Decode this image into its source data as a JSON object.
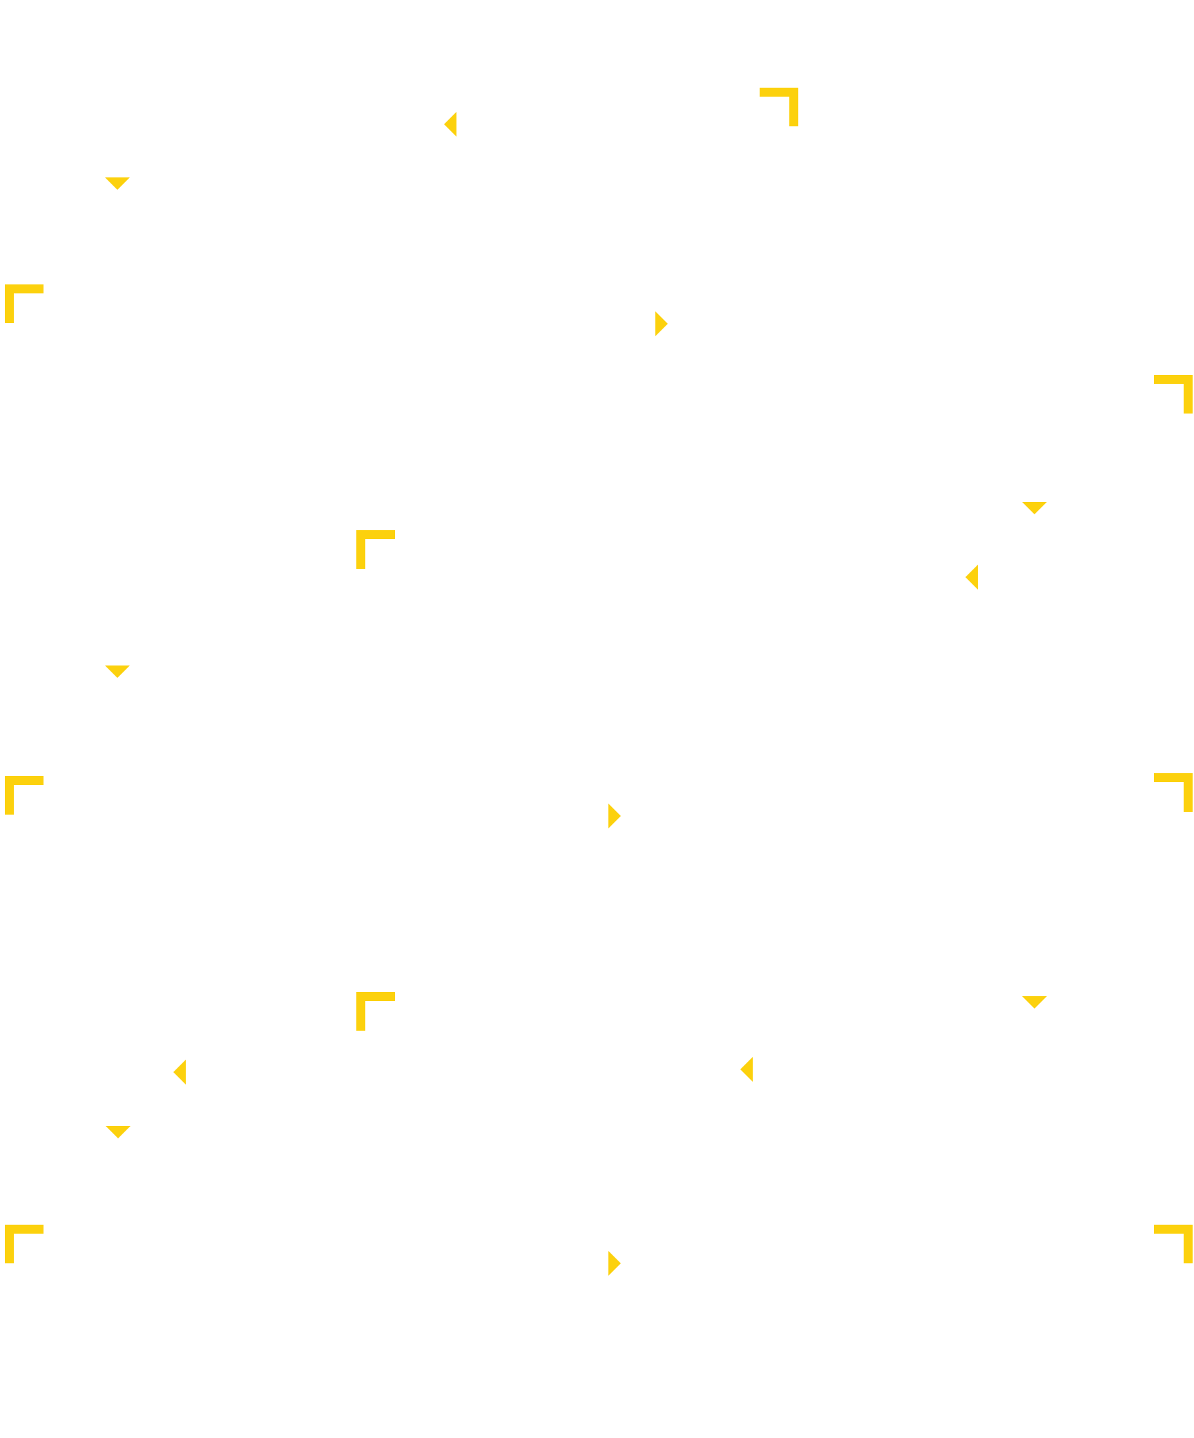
{
  "colors": {
    "background": "#ffffff",
    "accent": "#fcd10d"
  },
  "marks": [
    {
      "kind": "corner",
      "icon": "corner-bracket-top-right-icon"
    },
    {
      "kind": "arrow",
      "icon": "arrow-left-icon"
    },
    {
      "kind": "arrow",
      "icon": "arrow-down-icon"
    },
    {
      "kind": "corner",
      "icon": "corner-bracket-top-left-icon"
    },
    {
      "kind": "arrow",
      "icon": "arrow-right-icon"
    },
    {
      "kind": "corner",
      "icon": "corner-bracket-top-right-icon"
    },
    {
      "kind": "arrow",
      "icon": "arrow-down-icon"
    },
    {
      "kind": "corner",
      "icon": "corner-bracket-top-left-icon"
    },
    {
      "kind": "arrow",
      "icon": "arrow-left-icon"
    },
    {
      "kind": "arrow",
      "icon": "arrow-down-icon"
    },
    {
      "kind": "corner",
      "icon": "corner-bracket-top-left-icon"
    },
    {
      "kind": "arrow",
      "icon": "arrow-right-icon"
    },
    {
      "kind": "corner",
      "icon": "corner-bracket-top-right-icon"
    },
    {
      "kind": "corner",
      "icon": "corner-bracket-top-left-icon"
    },
    {
      "kind": "arrow",
      "icon": "arrow-down-icon"
    },
    {
      "kind": "arrow",
      "icon": "arrow-left-icon"
    },
    {
      "kind": "arrow",
      "icon": "arrow-left-icon"
    },
    {
      "kind": "arrow",
      "icon": "arrow-down-icon"
    },
    {
      "kind": "corner",
      "icon": "corner-bracket-top-left-icon"
    },
    {
      "kind": "arrow",
      "icon": "arrow-right-icon"
    },
    {
      "kind": "corner",
      "icon": "corner-bracket-top-right-icon"
    }
  ]
}
